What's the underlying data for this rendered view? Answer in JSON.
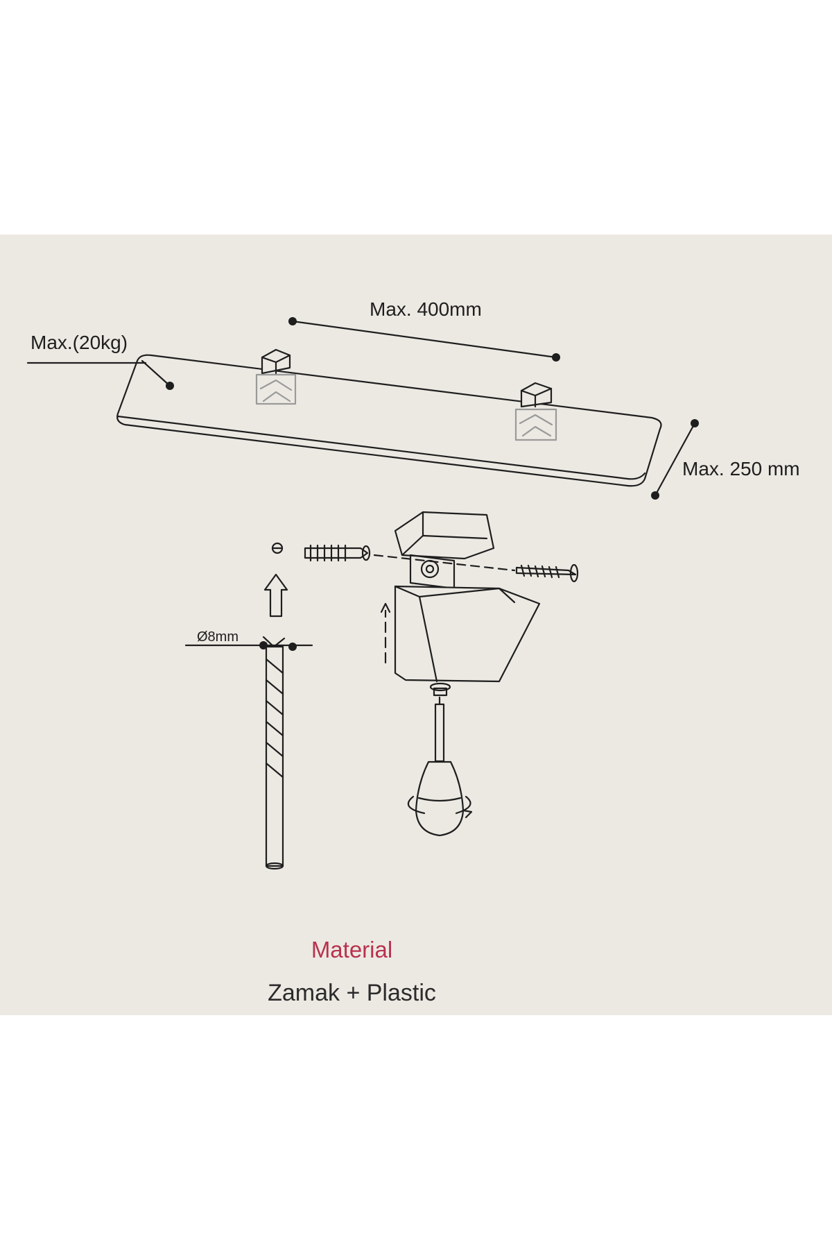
{
  "labels": {
    "max_weight": "Max.(20kg)",
    "max_width": "Max. 400mm",
    "max_depth": "Max. 250 mm",
    "drill_diameter": "Ø8mm"
  },
  "material": {
    "title": "Material",
    "value": "Zamak + Plastic"
  },
  "colors": {
    "panel_background": "#ece9e3",
    "line": "#1e1e1e",
    "accent": "#b8324e"
  }
}
